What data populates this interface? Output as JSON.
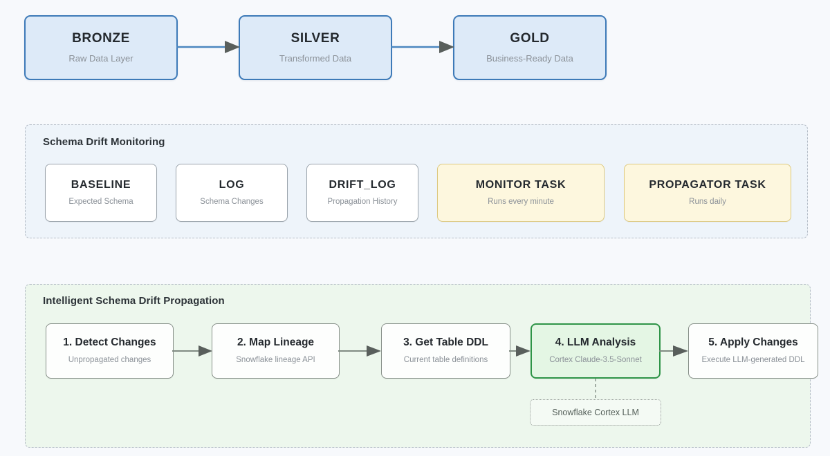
{
  "background": "#f7f9fc",
  "colors": {
    "layer_fill": "#ddeaf8",
    "layer_border": "#3d7ab8",
    "monitor_group_fill": "#eef4fa",
    "propagation_group_fill": "#edf7ed",
    "group_border": "#b4bcc6",
    "task_fill": "#fdf7de",
    "task_border": "#ddc97f",
    "object_fill": "#ffffff",
    "object_border": "#9aa3ab",
    "highlight_fill": "#e4f6e4",
    "highlight_border": "#2e9447",
    "arrow_blue": "#4a86bf",
    "arrow_grey": "#7f8a82",
    "arrowhead": "#595f5c",
    "title_text": "#24292e",
    "subtitle_text": "#8b9198"
  },
  "medallion_layers": [
    {
      "title": "BRONZE",
      "subtitle": "Raw Data Layer"
    },
    {
      "title": "SILVER",
      "subtitle": "Transformed Data"
    },
    {
      "title": "GOLD",
      "subtitle": "Business-Ready Data"
    }
  ],
  "monitoring": {
    "group_title": "Schema Drift Monitoring",
    "nodes": [
      {
        "title": "BASELINE",
        "subtitle": "Expected Schema",
        "kind": "object"
      },
      {
        "title": "LOG",
        "subtitle": "Schema Changes",
        "kind": "object"
      },
      {
        "title": "DRIFT_LOG",
        "subtitle": "Propagation History",
        "kind": "object"
      },
      {
        "title": "MONITOR TASK",
        "subtitle": "Runs every minute",
        "kind": "task"
      },
      {
        "title": "PROPAGATOR TASK",
        "subtitle": "Runs daily",
        "kind": "task"
      }
    ]
  },
  "propagation": {
    "group_title": "Intelligent Schema Drift Propagation",
    "steps": [
      {
        "title": "1. Detect Changes",
        "subtitle": "Unpropagated changes",
        "highlighted": false
      },
      {
        "title": "2. Map Lineage",
        "subtitle": "Snowflake lineage API",
        "highlighted": false
      },
      {
        "title": "3. Get Table DDL",
        "subtitle": "Current table definitions",
        "highlighted": false
      },
      {
        "title": "4. LLM Analysis",
        "subtitle": "Cortex Claude-3.5-Sonnet",
        "highlighted": true
      },
      {
        "title": "5. Apply Changes",
        "subtitle": "Execute LLM-generated DDL",
        "highlighted": false
      }
    ],
    "external_note": "Snowflake Cortex LLM"
  }
}
